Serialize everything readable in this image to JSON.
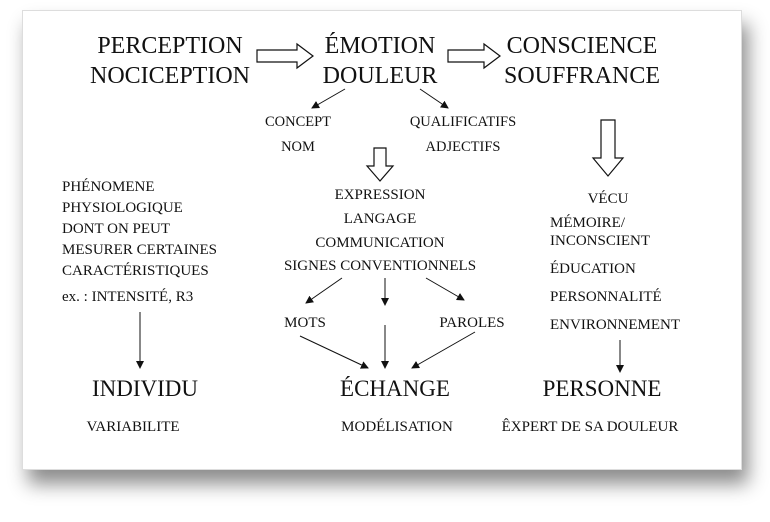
{
  "top": {
    "col1": [
      "PERCEPTION",
      "NOCICEPTION"
    ],
    "col2": [
      "ÉMOTION",
      "DOULEUR"
    ],
    "col3": [
      "CONSCIENCE",
      "SOUFFRANCE"
    ]
  },
  "branches": {
    "left": [
      "CONCEPT",
      "NOM"
    ],
    "right": [
      "QUALIFICATIFS",
      "ADJECTIFS"
    ]
  },
  "left_column": {
    "lines": [
      "PHÉNOMENE",
      "PHYSIOLOGIQUE",
      "DONT ON PEUT",
      "MESURER CERTAINES",
      "CARACTÉRISTIQUES",
      "ex. : INTENSITÉ, R3"
    ],
    "result": "INDIVIDU",
    "sub": "VARIABILITE"
  },
  "center_column": {
    "lines": [
      "EXPRESSION",
      "LANGAGE",
      "COMMUNICATION",
      "SIGNES CONVENTIONNELS"
    ],
    "mots": "MOTS",
    "paroles": "PAROLES",
    "result": "ÉCHANGE",
    "sub": "MODÉLISATION"
  },
  "right_column": {
    "lines": [
      "VÉCU",
      "MÉMOIRE/",
      "INCONSCIENT",
      "ÉDUCATION",
      "PERSONNALITÉ",
      "ENVIRONNEMENT"
    ],
    "result": "PERSONNE",
    "sub": "ÊXPERT DE SA DOULEUR"
  }
}
